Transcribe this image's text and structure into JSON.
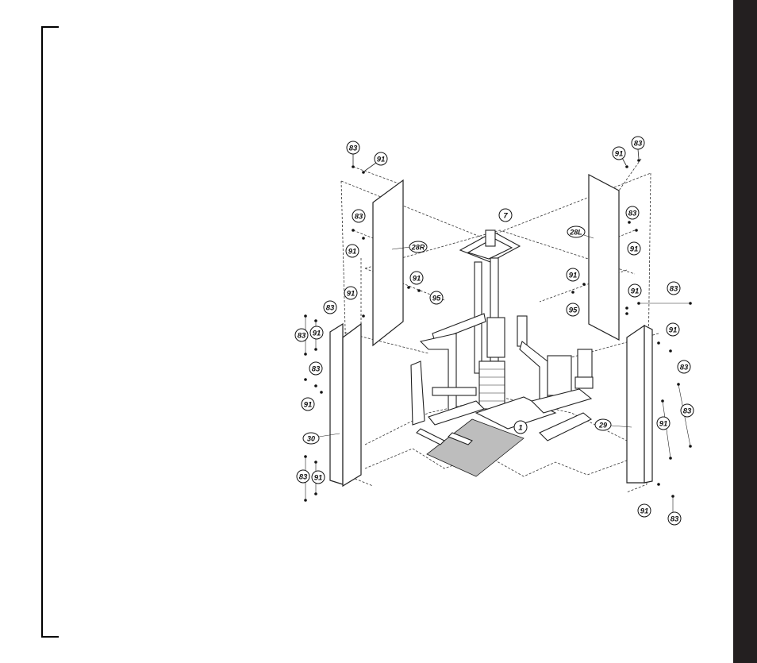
{
  "callouts": {
    "c83_tl": "83",
    "c91_tl": "91",
    "c91_tr": "91",
    "c83_tr": "83",
    "c83_ul": "83",
    "c91_ul": "91",
    "c83_ur": "83",
    "c91_ur": "91",
    "c7": "7",
    "c91_ml1": "91",
    "c95_ml": "95",
    "c91_mr1": "91",
    "c95_mr": "95",
    "c91_ml2": "91",
    "c83_ml2": "83",
    "c91_mr2": "91",
    "c83_mr2": "83",
    "c83_l1": "83",
    "c91_l1": "91",
    "c83_l2": "83",
    "c91_l2": "91",
    "c91_r1": "91",
    "c83_r1": "83",
    "c91_r2": "91",
    "c83_r2": "83",
    "c1": "1",
    "c83_bl": "83",
    "c91_bl": "91",
    "c91_br": "91",
    "c83_br": "83"
  },
  "panel_labels": {
    "p28r": "28R",
    "p28l": "28L",
    "p29": "29",
    "p30": "30"
  },
  "colors": {
    "side_tab": "#231f20",
    "line": "#222222",
    "mat": "#bdbdbd"
  }
}
